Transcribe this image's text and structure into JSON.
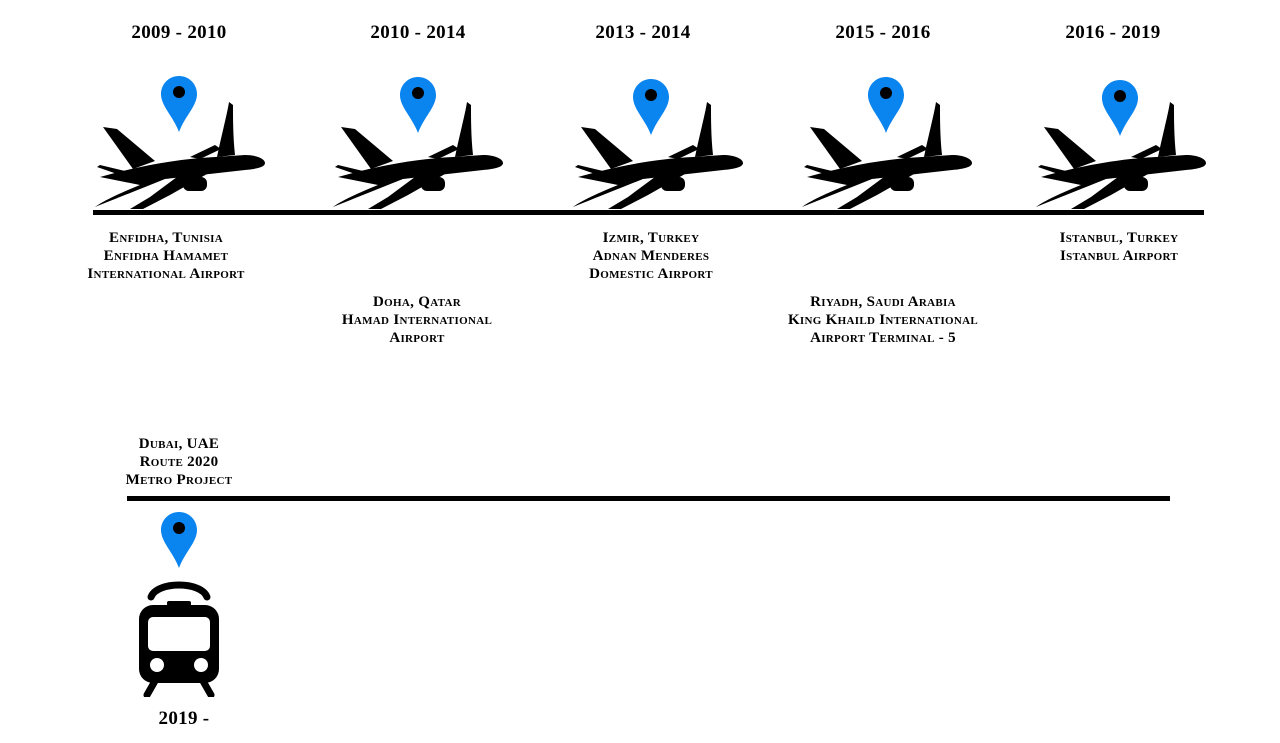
{
  "colors": {
    "pin": "#0a84ef",
    "line": "#000000",
    "icon": "#000000"
  },
  "timeline": [
    {
      "years": "2009 - 2010",
      "icon": "airplane-icon",
      "location_lines": [
        "Enfidha, Tunisia",
        "Enfidha Hamamet",
        "International Airport"
      ]
    },
    {
      "years": "2010 - 2014",
      "icon": "airplane-icon",
      "location_lines": [
        "Doha, Qatar",
        "Hamad International",
        "Airport"
      ]
    },
    {
      "years": "2013 - 2014",
      "icon": "airplane-icon",
      "location_lines": [
        "Izmir, Turkey",
        "Adnan Menderes",
        "Domestic Airport"
      ]
    },
    {
      "years": "2015 - 2016",
      "icon": "airplane-icon",
      "location_lines": [
        "Riyadh, Saudi Arabia",
        "King Khaild International",
        "Airport Terminal - 5"
      ]
    },
    {
      "years": "2016 - 2019",
      "icon": "airplane-icon",
      "location_lines": [
        "Istanbul, Turkey",
        "Istanbul Airport"
      ]
    },
    {
      "years": "2019 -",
      "icon": "train-icon",
      "location_lines": [
        "Dubai, UAE",
        "Route 2020",
        "Metro Project"
      ]
    }
  ]
}
